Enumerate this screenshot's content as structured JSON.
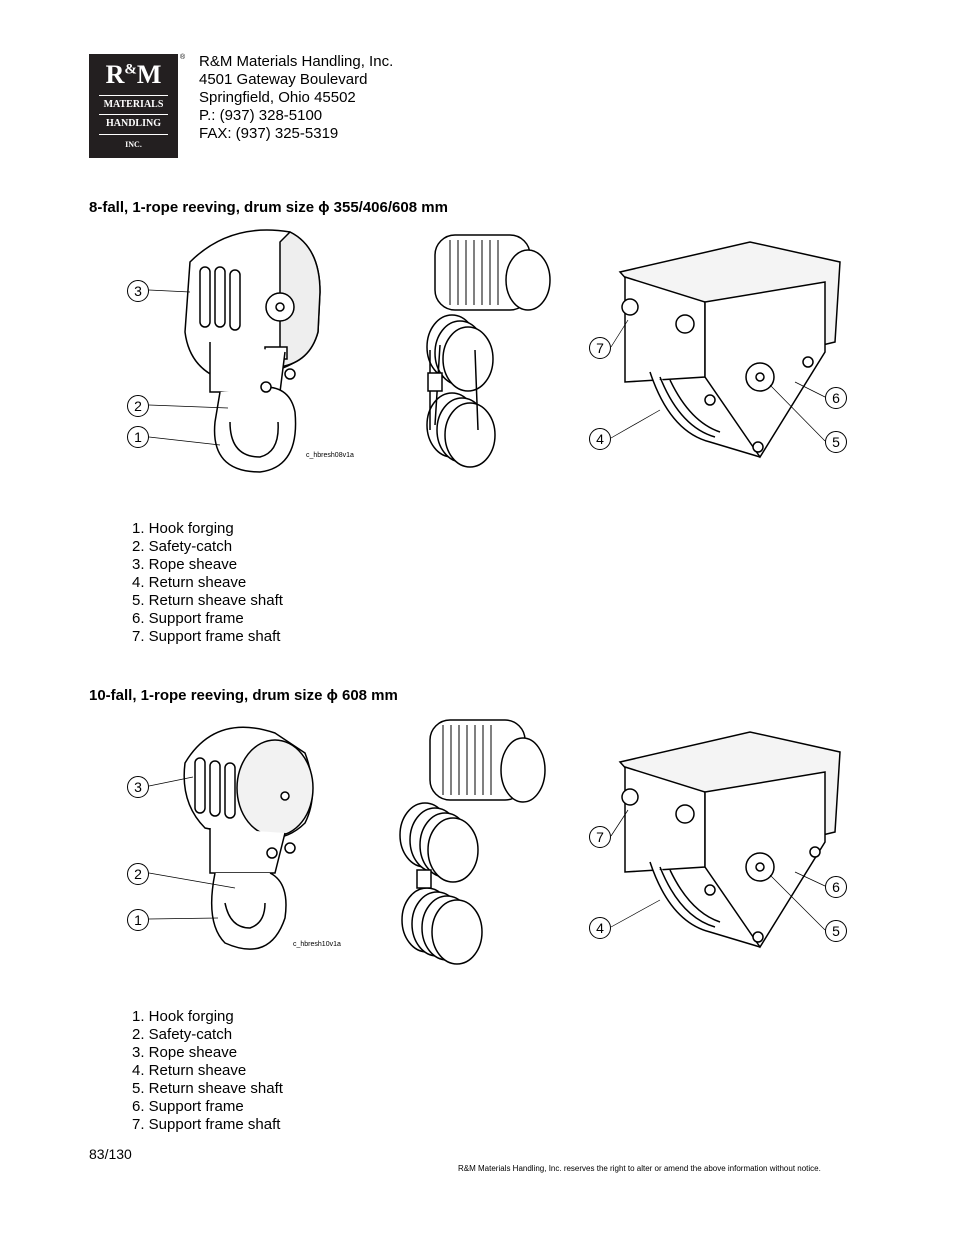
{
  "logo": {
    "line1_r": "R",
    "line1_amp": "&",
    "line1_m": "M",
    "line2": "MATERIALS",
    "line3": "HANDLING",
    "line4": "INC.",
    "registered": "®"
  },
  "company": {
    "name": "R&M Materials Handling, Inc.",
    "street": "4501 Gateway Boulevard",
    "city": "Springfield, Ohio 45502",
    "phone": "P.: (937) 328-5100",
    "fax": "FAX: (937) 325-5319"
  },
  "sections": [
    {
      "heading": "8-fall, 1-rope reeving, drum size ϕ 355/406/608 mm",
      "figure_label": "c_hbresh08v1a",
      "callouts": [
        "3",
        "2",
        "1",
        "7",
        "4",
        "6",
        "5"
      ],
      "items": [
        "1. Hook forging",
        "2. Safety-catch",
        "3. Rope sheave",
        "4. Return sheave",
        "5. Return sheave shaft",
        "6. Support frame",
        "7. Support frame shaft"
      ]
    },
    {
      "heading": "10-fall, 1-rope reeving, drum size ϕ 608 mm",
      "figure_label": "c_hbresh10v1a",
      "callouts": [
        "3",
        "2",
        "1",
        "7",
        "4",
        "6",
        "5"
      ],
      "items": [
        "1. Hook forging",
        "2. Safety-catch",
        "3. Rope sheave",
        "4. Return sheave",
        "5. Return sheave shaft",
        "6. Support frame",
        "7. Support frame shaft"
      ]
    }
  ],
  "footer": {
    "page": "83/130",
    "disclaimer": "R&M Materials Handling, Inc. reserves the right to alter or amend the above information without notice."
  }
}
